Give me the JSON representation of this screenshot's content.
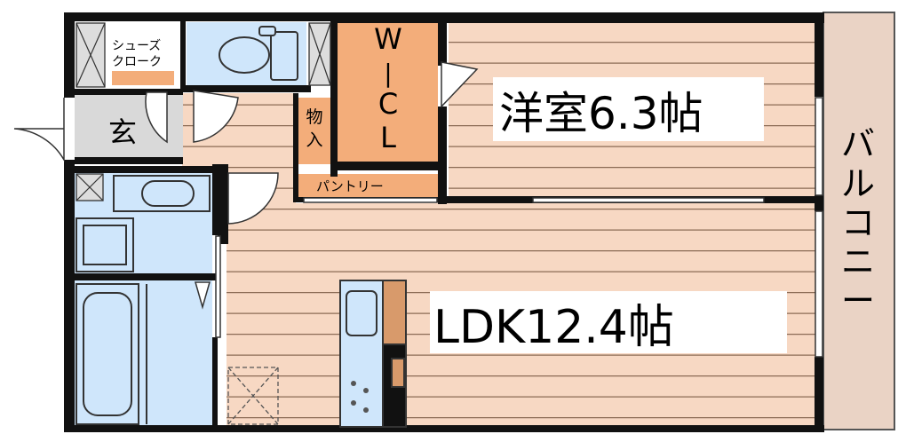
{
  "rooms": {
    "western_room": "洋室6.3帖",
    "ldk": "LDK12.4帖",
    "wic": [
      "W",
      "|",
      "C",
      "L"
    ],
    "shoe_closet": [
      "シューズ",
      "クローク"
    ],
    "entrance": "玄",
    "storage": [
      "物",
      "入"
    ],
    "pantry": "パントリー",
    "balcony": [
      "バ",
      "ル",
      "コ",
      "ニ",
      "ー"
    ]
  },
  "colors": {
    "floor_wood": "#f7d8c3",
    "floor_stripe": "#8b6b55",
    "wet_area": "#cfe6fb",
    "closet_orange": "#f3ad7a",
    "balcony": "#ead3c5",
    "entrance_gray": "#d9d9d9",
    "wall": "#111111",
    "counter_brown": "#d89a6b"
  }
}
